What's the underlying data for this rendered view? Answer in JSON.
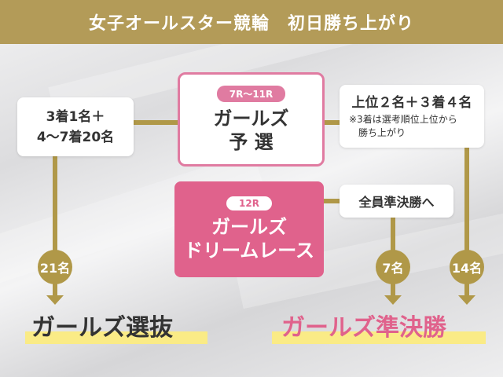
{
  "header": {
    "title": "女子オールスター競輪　初日勝ち上がり"
  },
  "yosen": {
    "badge": "7R〜11R",
    "title_line1": "ガールズ",
    "title_line2": "予 選"
  },
  "dream": {
    "badge": "12R",
    "title_line1": "ガールズ",
    "title_line2": "ドリームレース"
  },
  "left_condition": {
    "line1": "3着1名＋",
    "line2": "4〜7着20名"
  },
  "right_condition": {
    "main": "上位２名＋３着４名",
    "note_line1": "※3着は選考順位上位から",
    "note_line2": "勝ち上がり"
  },
  "dream_condition": {
    "text": "全員準決勝へ"
  },
  "counts": {
    "left": "21名",
    "middle": "7名",
    "right": "14名"
  },
  "finals": {
    "senbatsu": "ガールズ選抜",
    "junkessho": "ガールズ準決勝"
  },
  "colors": {
    "header": "#b39b58",
    "gold": "#b09848",
    "pink": "#e0628c",
    "highlight": "#faeb86"
  }
}
